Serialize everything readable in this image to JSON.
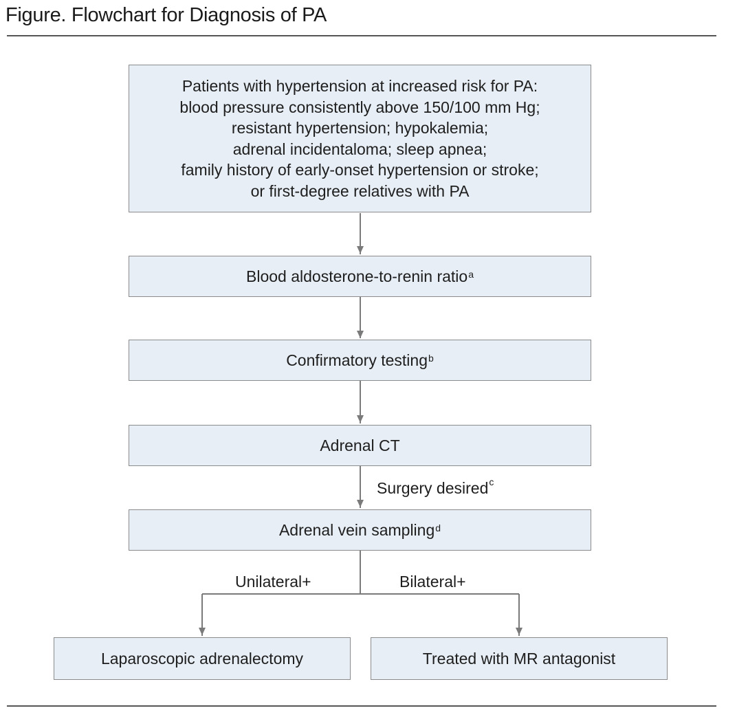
{
  "figure": {
    "title": "Figure. Flowchart for Diagnosis of PA"
  },
  "nodes": {
    "criteria": {
      "lines": [
        "Patients with hypertension at increased risk for PA:",
        "blood pressure consistently above 150/100 mm Hg;",
        "resistant hypertension; hypokalemia;",
        "adrenal incidentaloma; sleep apnea;",
        "family history of early-onset hypertension or stroke;",
        "or first-degree relatives with PA"
      ]
    },
    "arr": {
      "label": "Blood aldosterone-to-renin ratio",
      "note": "a"
    },
    "confirm": {
      "label": "Confirmatory testing",
      "note": "b"
    },
    "ct": {
      "label": "Adrenal CT"
    },
    "avs": {
      "label": "Adrenal vein sampling",
      "note": "d"
    },
    "lap": {
      "label": "Laparoscopic adrenalectomy"
    },
    "mr": {
      "label": "Treated with MR antagonist"
    }
  },
  "edges": {
    "surgery": {
      "label": "Surgery desired",
      "note": "c"
    },
    "unilateral": {
      "label": "Unilateral+"
    },
    "bilateral": {
      "label": "Bilateral+"
    }
  },
  "colors": {
    "box_fill": "#e7eef5",
    "box_border": "#8a8a8a",
    "arrow": "#7a7a7a",
    "rule": "#555555"
  }
}
